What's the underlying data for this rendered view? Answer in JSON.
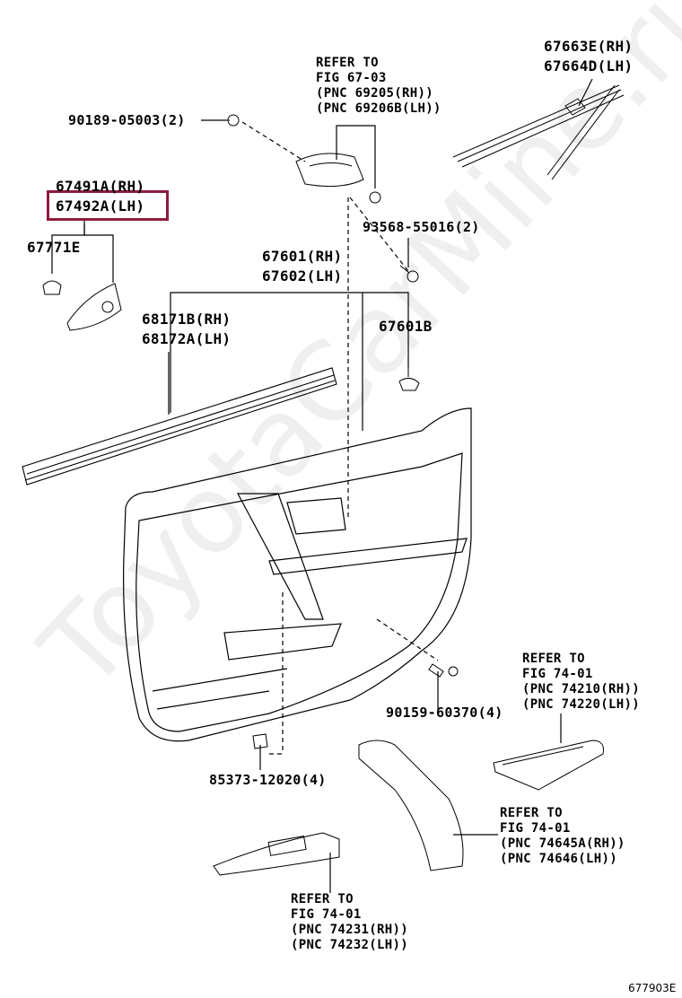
{
  "watermark": "ToyotaCarMine.ru",
  "figure_id": "677903E",
  "labels": {
    "ref_67_03": [
      "REFER TO",
      "FIG 67-03",
      "(PNC 69205(RH))",
      "(PNC 69206B(LH))"
    ],
    "p67663": [
      "67663E(RH)",
      "67664D(LH)"
    ],
    "p90189": "90189-05003(2)",
    "p67491": [
      "67491A(RH)",
      "67492A(LH)"
    ],
    "p93568": "93568-55016(2)",
    "p67771": "67771E",
    "p67601": [
      "67601(RH)",
      "67602(LH)"
    ],
    "p68171": [
      "68171B(RH)",
      "68172A(LH)"
    ],
    "p67601b": "67601B",
    "ref_74_01_a": [
      "REFER TO",
      "FIG 74-01",
      "(PNC 74210(RH))",
      "(PNC 74220(LH))"
    ],
    "p90159": "90159-60370(4)",
    "p85373": "85373-12020(4)",
    "ref_74_01_b": [
      "REFER TO",
      "FIG 74-01",
      "(PNC 74645A(RH))",
      "(PNC 74646(LH))"
    ],
    "ref_74_01_c": [
      "REFER TO",
      "FIG 74-01",
      "(PNC 74231(RH))",
      "(PNC 74232(LH))"
    ]
  },
  "colors": {
    "highlight": "#8e1b3b",
    "line": "#000000"
  }
}
